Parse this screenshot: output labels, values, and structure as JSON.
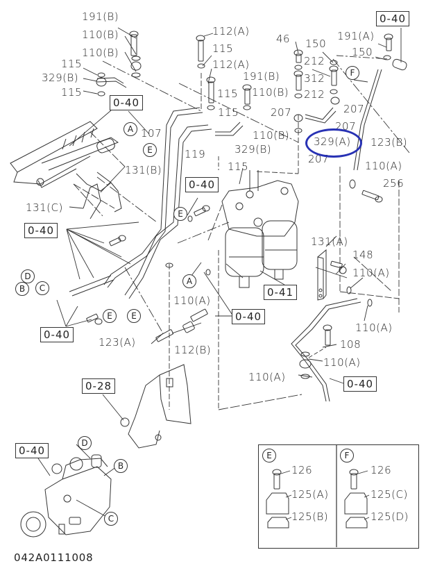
{
  "diagram": {
    "drawing_code": "042A0111008",
    "highlight_color": "#2832b4",
    "highlighted_part": "329(A)",
    "part_labels": {
      "p191b_top": "191(B)",
      "p110b_1": "110(B)",
      "p110b_2": "110(B)",
      "p115_a": "115",
      "p329b_left": "329(B)",
      "p115_b": "115",
      "p112a_1": "112(A)",
      "p115_c": "115",
      "p112a_2": "112(A)",
      "p191b_mid": "191(B)",
      "p115_d": "115",
      "p110b_mid": "110(B)",
      "p115_e": "115",
      "p46": "46",
      "p150_a": "150",
      "p212_a": "212",
      "p312": "312",
      "p212_b": "212",
      "p207_a": "207",
      "p207_b": "207",
      "p207_c": "207",
      "p207_d": "207",
      "p191a": "191(A)",
      "p150_b": "150",
      "p107": "107",
      "p119": "119",
      "p110b_low": "110(B)",
      "p329b_mid": "329(B)",
      "p115_f": "115",
      "p329a": "329(A)",
      "p123b": "123(B)",
      "p110a_1": "110(A)",
      "p256": "256",
      "p131b": "131(B)",
      "p131c": "131(C)",
      "p131a": "131(A)",
      "p148": "148",
      "p110a_2": "110(A)",
      "p110a_3": "110(A)",
      "p110a_4": "110(A)",
      "p108": "108",
      "p110a_5": "110(A)",
      "p110a_6": "110(A)",
      "p123a": "123(A)",
      "p112b": "112(B)"
    },
    "ref_boxes": {
      "r040_top_right": "0-40",
      "r040_upper_left": "0-40",
      "r040_mid": "0-40",
      "r040_left": "0-40",
      "r040_bottom_left": "0-40",
      "r040_center": "0-40",
      "r041": "0-41",
      "r040_right": "0-40",
      "r028": "0-28",
      "r040_pump": "0-40"
    },
    "callouts": {
      "A1": "A",
      "A2": "A",
      "B1": "B",
      "B2": "B",
      "C1": "C",
      "C2": "C",
      "D1": "D",
      "D2": "D",
      "E1": "E",
      "E2": "E",
      "E3": "E",
      "E4": "E",
      "F1": "F"
    },
    "insets": [
      {
        "key": "E",
        "items": [
          "126",
          "125(A)",
          "125(B)"
        ]
      },
      {
        "key": "F",
        "items": [
          "126",
          "125(C)",
          "125(D)"
        ]
      }
    ]
  }
}
